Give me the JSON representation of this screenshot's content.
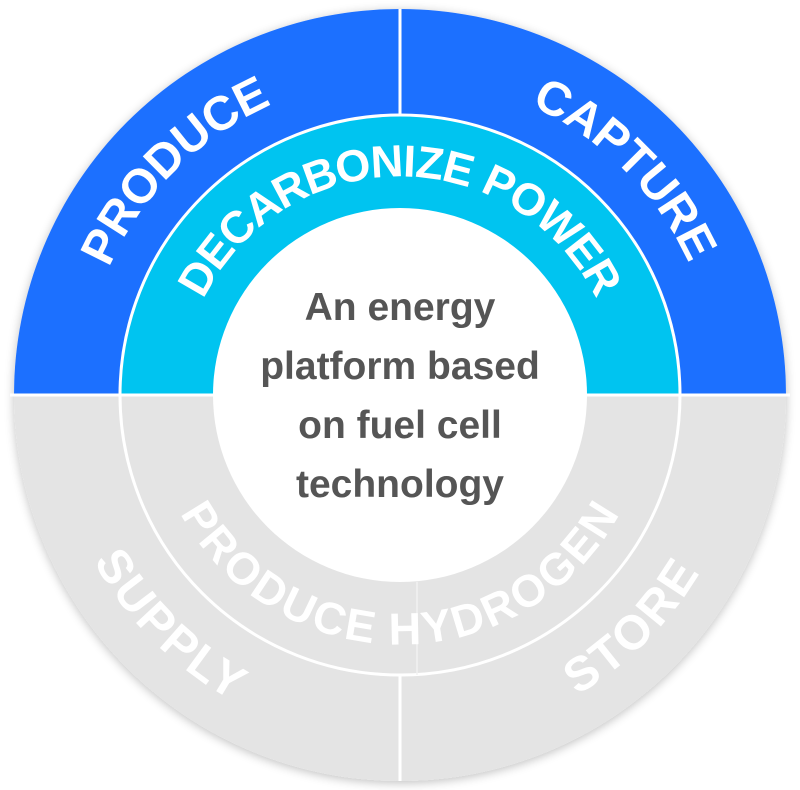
{
  "colors": {
    "active_outer": "#1F6FFF",
    "active_inner": "#00C4F0",
    "inactive": "#E4E4E4",
    "center_text": "#555555",
    "label_text": "#FFFFFF"
  },
  "outer_ring": {
    "segments": [
      {
        "label": "PRODUCE",
        "position": "top-left",
        "state": "active"
      },
      {
        "label": "CAPTURE",
        "position": "top-right",
        "state": "active"
      },
      {
        "label": "SUPPLY",
        "position": "bottom-left",
        "state": "inactive"
      },
      {
        "label": "STORE",
        "position": "bottom-right",
        "state": "inactive"
      }
    ]
  },
  "inner_ring": {
    "segments": [
      {
        "label": "DECARBONIZE POWER",
        "position": "top",
        "state": "active"
      },
      {
        "label": "PRODUCE HYDROGEN",
        "position": "bottom",
        "state": "inactive"
      }
    ]
  },
  "center": {
    "lines": [
      "An energy",
      "platform based",
      "on fuel cell",
      "technology"
    ]
  }
}
